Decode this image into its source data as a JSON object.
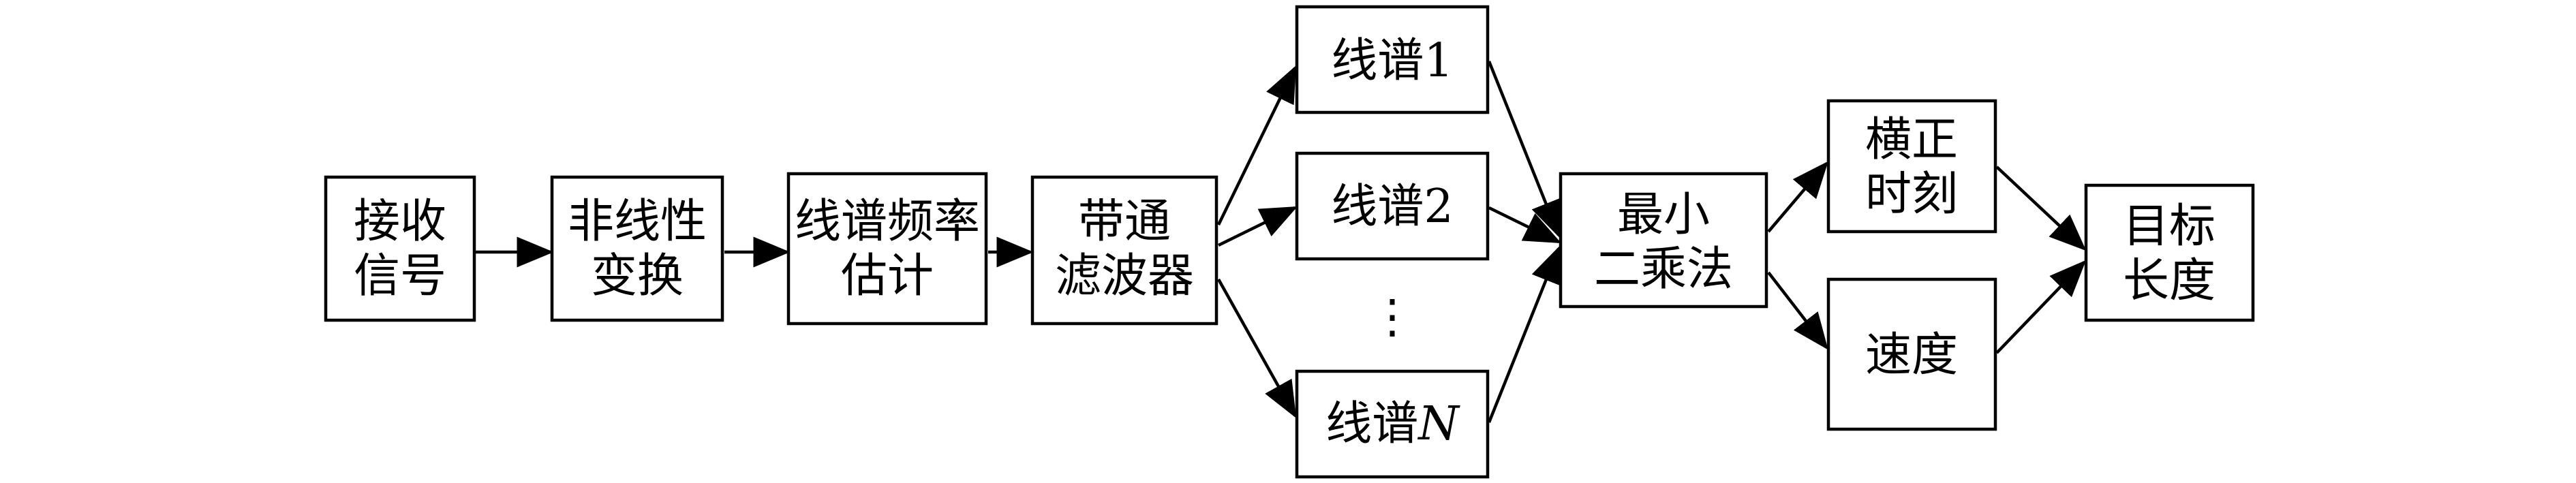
{
  "diagram": {
    "nodes": {
      "receive": {
        "lines": [
          "接收",
          "信号"
        ]
      },
      "nonlinear": {
        "lines": [
          "非线性",
          "变换"
        ]
      },
      "estimate": {
        "lines": [
          "线谱频率",
          "估计"
        ]
      },
      "bandpass": {
        "lines": [
          "带通",
          "滤波器"
        ]
      },
      "line1": {
        "text": "线谱1"
      },
      "line2": {
        "text": "线谱2"
      },
      "ellipsis": {
        "text": "⋮"
      },
      "lineN": {
        "prefix": "线谱",
        "suffix": "N"
      },
      "lsq": {
        "lines": [
          "最小",
          "二乘法"
        ]
      },
      "cpa_time": {
        "lines": [
          "横正",
          "时刻"
        ]
      },
      "speed": {
        "text": "速度"
      },
      "length": {
        "lines": [
          "目标",
          "长度"
        ]
      }
    },
    "edges": [
      [
        "receive",
        "nonlinear"
      ],
      [
        "nonlinear",
        "estimate"
      ],
      [
        "estimate",
        "bandpass"
      ],
      [
        "bandpass",
        "line1"
      ],
      [
        "bandpass",
        "line2"
      ],
      [
        "bandpass",
        "lineN"
      ],
      [
        "line1",
        "lsq"
      ],
      [
        "line2",
        "lsq"
      ],
      [
        "lineN",
        "lsq"
      ],
      [
        "lsq",
        "cpa_time"
      ],
      [
        "lsq",
        "speed"
      ],
      [
        "cpa_time",
        "length"
      ],
      [
        "speed",
        "length"
      ]
    ]
  }
}
